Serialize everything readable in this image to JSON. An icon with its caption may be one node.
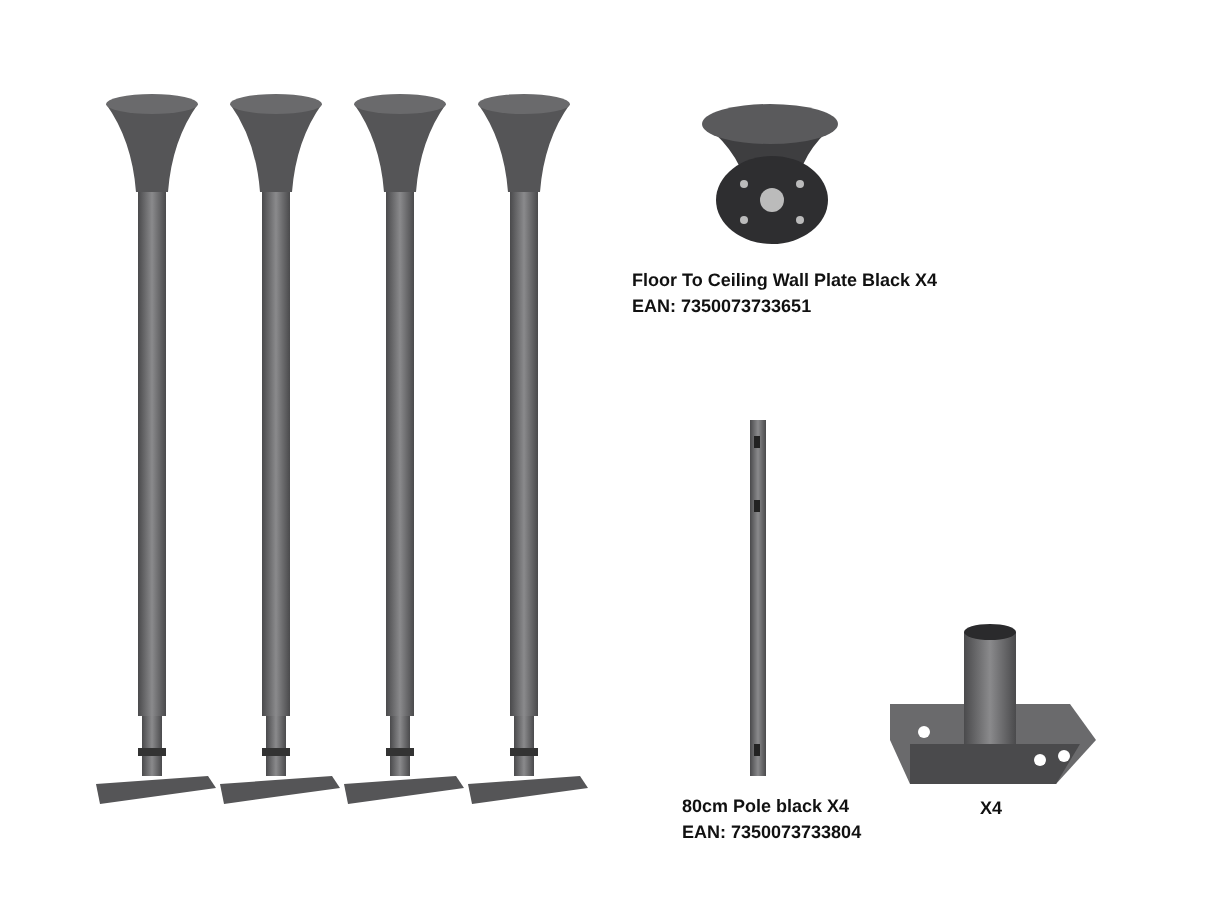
{
  "diagram": {
    "labels": [
      "Floor To Ceiling Wall Plate Black X4",
      "EAN: 7350073733651",
      "80cm Pole black X4",
      "EAN: 7350073733804",
      "X4"
    ]
  }
}
